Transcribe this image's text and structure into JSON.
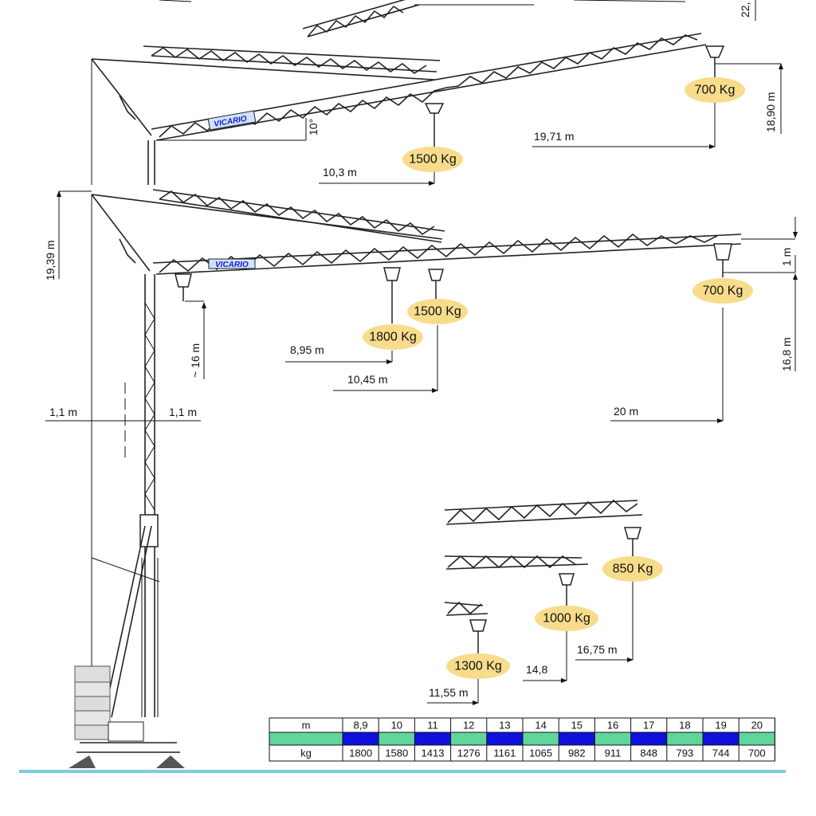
{
  "brand": {
    "name": "VICARIO"
  },
  "colors": {
    "load_badge": "#f7dc8c",
    "table_band_blue": "#1010dd",
    "table_band_green": "#5ed69a",
    "ground_line": "#7fc8e8",
    "brand_text": "#1a1acc"
  },
  "top_config": {
    "angle_label": "10°",
    "load_near": {
      "value": "1500 Kg",
      "distance": "10,3 m"
    },
    "load_tip": {
      "value": "700 Kg",
      "distance": "19,71 m"
    },
    "hook_height": "18,90 m",
    "partial_height": "22,"
  },
  "main_config": {
    "tower_height": "19,39 m",
    "hook_drop": "~ 16 m",
    "tip_offset": "1 m",
    "tip_height": "16,8 m",
    "loads": [
      {
        "value": "1800 Kg",
        "distance": "8,95 m"
      },
      {
        "value": "1500 Kg",
        "distance": "10,45 m"
      },
      {
        "value": "700 Kg",
        "distance": "20 m"
      }
    ]
  },
  "base": {
    "left_offset": "1,1 m",
    "right_offset": "1,1 m"
  },
  "short_jibs": [
    {
      "value": "1300 Kg",
      "distance": "11,55 m"
    },
    {
      "value": "1000 Kg",
      "distance": "14,8"
    },
    {
      "value": "850 Kg",
      "distance": "16,75 m"
    }
  ],
  "load_table": {
    "row_labels": {
      "distance": "m",
      "load": "kg"
    },
    "columns": [
      {
        "m": "8,9",
        "kg": "1800",
        "band": "blue"
      },
      {
        "m": "10",
        "kg": "1580",
        "band": "green"
      },
      {
        "m": "11",
        "kg": "1413",
        "band": "blue"
      },
      {
        "m": "12",
        "kg": "1276",
        "band": "green"
      },
      {
        "m": "13",
        "kg": "1161",
        "band": "blue"
      },
      {
        "m": "14",
        "kg": "1065",
        "band": "green"
      },
      {
        "m": "15",
        "kg": "982",
        "band": "blue"
      },
      {
        "m": "16",
        "kg": "911",
        "band": "green"
      },
      {
        "m": "17",
        "kg": "848",
        "band": "blue"
      },
      {
        "m": "18",
        "kg": "793",
        "band": "green"
      },
      {
        "m": "19",
        "kg": "744",
        "band": "blue"
      },
      {
        "m": "20",
        "kg": "700",
        "band": "green"
      }
    ]
  }
}
